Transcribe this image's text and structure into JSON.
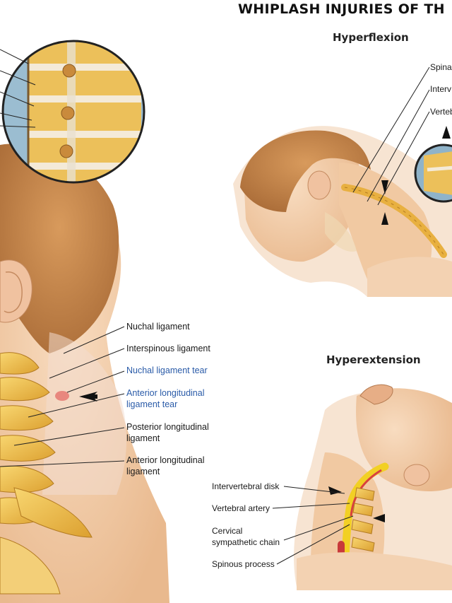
{
  "title": "WHIPLASH INJURIES OF TH",
  "sections": {
    "hyperflexion": "Hyperflexion",
    "hyperextension": "Hyperextension"
  },
  "hyperflexion_labels": [
    "Spina",
    "Interv",
    "Verteb"
  ],
  "main_labels": {
    "nuchal_ligament": "Nuchal ligament",
    "interspinous_ligament": "Interspinous ligament",
    "nuchal_ligament_tear": "Nuchal ligament tear",
    "anterior_longitudinal_tear_1": "Anterior longitudinal",
    "anterior_longitudinal_tear_2": "ligament tear",
    "posterior_longitudinal_1": "Posterior longitudinal",
    "posterior_longitudinal_2": "ligament",
    "anterior_longitudinal_1": "Anterior longitudinal",
    "anterior_longitudinal_2": "ligament"
  },
  "hyperextension_labels": {
    "intervertebral_disk": "Intervertebral disk",
    "vertebral_artery": "Vertebral artery",
    "sympathetic_chain_1": "Cervical",
    "sympathetic_chain_2": "sympathetic chain",
    "spinous_process": "Spinous process"
  },
  "colors": {
    "skin": "#f2cfa6",
    "hair": "#c98a4e",
    "bone": "#f0c24a",
    "tear_text": "#2a5ba8",
    "magnifier_bg": "#8fb3c9"
  }
}
